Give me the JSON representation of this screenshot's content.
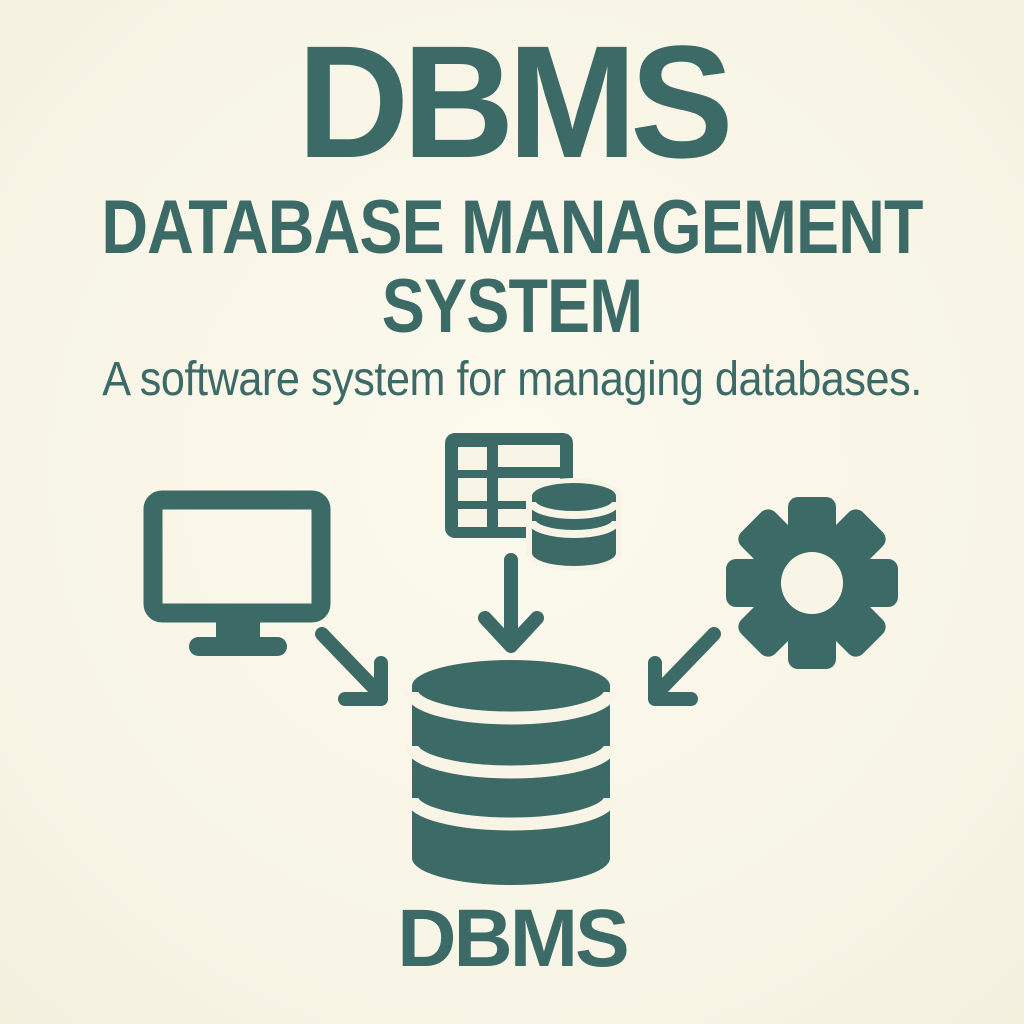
{
  "colors": {
    "accent": "#3c6a66",
    "background": "#f8f5e6"
  },
  "header": {
    "title": "DBMS",
    "subtitle_line1": "DATABASE MANAGEMENT",
    "subtitle_line2": "SYSTEM",
    "description": "A software system for managing databases."
  },
  "diagram": {
    "sources": [
      {
        "icon": "monitor-icon"
      },
      {
        "icon": "table-with-database-icon"
      },
      {
        "icon": "gear-icon"
      }
    ],
    "arrows": [
      {
        "name": "arrow-monitor-to-dbms",
        "direction": "down-right"
      },
      {
        "name": "arrow-table-to-dbms",
        "direction": "down"
      },
      {
        "name": "arrow-gear-to-dbms",
        "direction": "down-left"
      }
    ],
    "center": {
      "icon": "database-cylinder-icon",
      "label": "DBMS"
    }
  }
}
